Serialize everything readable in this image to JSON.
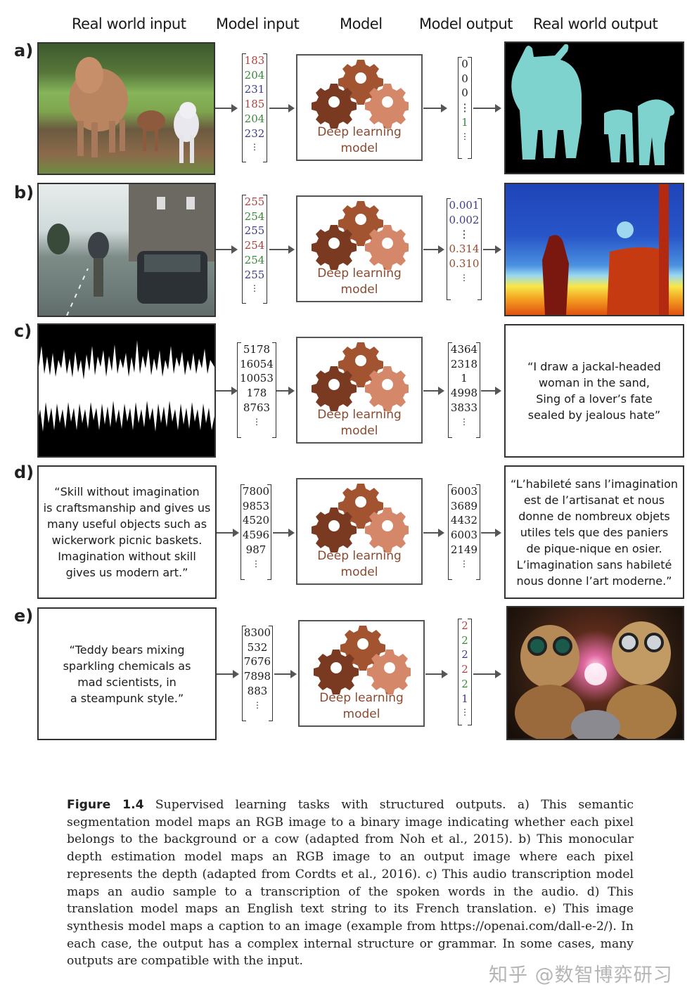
{
  "headers": [
    "Real world input",
    "Model input",
    "Model",
    "Model output",
    "Real world output"
  ],
  "model": {
    "label": "Deep learning\nmodel",
    "gear_colors": [
      "#7a3a22",
      "#a2532f",
      "#d5876a"
    ]
  },
  "colors": {
    "red": "#b0413e",
    "green": "#3a8a3a",
    "blue": "#3c3c8c",
    "black": "#1a1a1a",
    "brown": "#9a4a2a",
    "seg_cyan": "#7fd3cf"
  },
  "rows": [
    {
      "label": "a)",
      "input": {
        "type": "image",
        "description": "cow and two calves in a field"
      },
      "model_input": [
        "183",
        "204",
        "231",
        "185",
        "204",
        "232"
      ],
      "model_input_colors": [
        "red",
        "green",
        "blue",
        "red",
        "green",
        "blue"
      ],
      "model_output": [
        "0",
        "0",
        "0",
        "⋮",
        "1"
      ],
      "model_output_colors": [
        "black",
        "black",
        "black",
        "black",
        "green"
      ],
      "output": {
        "type": "image",
        "description": "segmentation mask: cyan cow silhouettes on black"
      }
    },
    {
      "label": "b)",
      "input": {
        "type": "image",
        "description": "street scene with cyclist and car"
      },
      "model_input": [
        "255",
        "254",
        "255",
        "254",
        "254",
        "255"
      ],
      "model_input_colors": [
        "red",
        "green",
        "blue",
        "red",
        "green",
        "blue"
      ],
      "model_output": [
        "0.001",
        "0.002",
        "⋮",
        "0.314",
        "0.310"
      ],
      "model_output_colors": [
        "blue",
        "blue",
        "black",
        "brown",
        "brown"
      ],
      "output": {
        "type": "image",
        "description": "depth map: blue background, red/orange foreground"
      }
    },
    {
      "label": "c)",
      "input": {
        "type": "image",
        "description": "audio waveform, white on black"
      },
      "model_input": [
        "5178",
        "16054",
        "10053",
        "178",
        "8763"
      ],
      "model_output": [
        "4364",
        "2318",
        "1",
        "4998",
        "3833"
      ],
      "output": {
        "type": "text",
        "text": "“I draw a jackal-headed\nwoman in the sand,\nSing of a lover’s fate\nsealed by jealous hate”"
      }
    },
    {
      "label": "d)",
      "input": {
        "type": "text",
        "text": "“Skill without imagination\nis craftsmanship and gives us\nmany useful objects such as\nwickerwork picnic baskets.\nImagination without skill\ngives us modern art.”"
      },
      "model_input": [
        "7800",
        "9853",
        "4520",
        "4596",
        "987"
      ],
      "model_output": [
        "6003",
        "3689",
        "4432",
        "6003",
        "2149"
      ],
      "output": {
        "type": "text",
        "text": "“L’habileté sans l’imagination\nest de l’artisanat et nous\ndonne de nombreux objets\nutiles tels que des paniers\nde pique-nique en osier.\nL’imagination sans habileté\nnous donne l’art moderne.”"
      }
    },
    {
      "label": "e)",
      "input": {
        "type": "text",
        "text": "“Teddy bears mixing\nsparkling chemicals as\nmad scientists, in\na steampunk style.”"
      },
      "model_input": [
        "8300",
        "532",
        "7676",
        "7898",
        "883"
      ],
      "model_output": [
        "2",
        "2",
        "2",
        "2",
        "2",
        "1"
      ],
      "model_output_colors": [
        "red",
        "green",
        "blue",
        "red",
        "green",
        "blue"
      ],
      "output": {
        "type": "image",
        "description": "teddy bears in goggles with sparkling chemistry experiment"
      }
    }
  ],
  "caption": {
    "figure_label": "Figure 1.4",
    "text": " Supervised learning tasks with structured outputs. a) This semantic segmentation model maps an RGB image to a binary image indicating whether each pixel belongs to the background or a cow (adapted from Noh et al., 2015). b) This monocular depth estimation model maps an RGB image to an output image where each pixel represents the depth (adapted from Cordts et al., 2016). c) This audio transcription model maps an audio sample to a transcription of the spoken words in the audio. d) This translation model maps an English text string to its French translation. e) This image synthesis model maps a caption to an image (example from https://openai.com/dall-e-2/). In each case, the output has a complex internal structure or grammar. In some cases, many outputs are compatible with the input."
  },
  "watermark": "知乎 @数智博弈研习"
}
